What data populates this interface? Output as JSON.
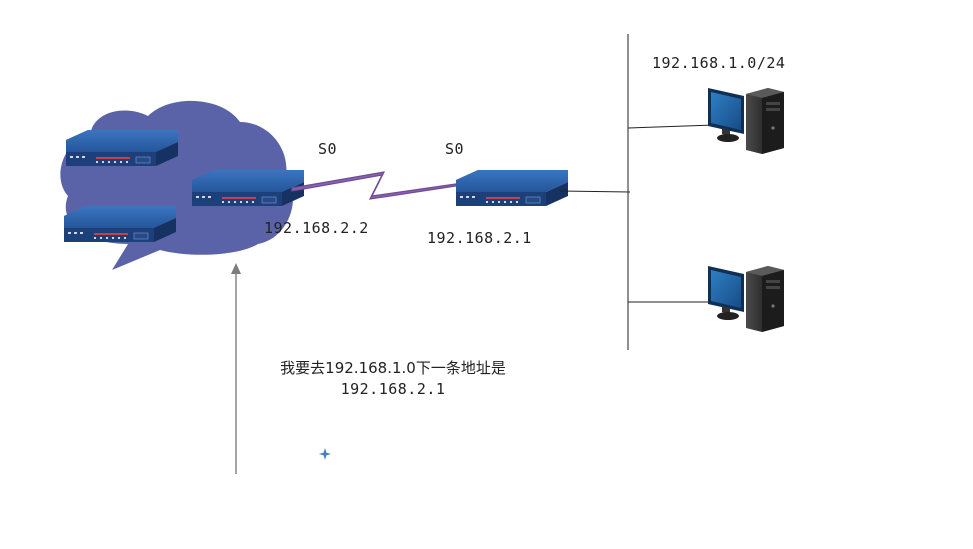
{
  "labels": {
    "s0_left": "S0",
    "s0_right": "S0",
    "ip_left_router": "192.168.2.2",
    "ip_right_router": "192.168.2.1",
    "lan_network": "192.168.1.0/24"
  },
  "note": {
    "line1": "我要去192.168.1.0下一条地址是",
    "line2": "192.168.2.1"
  },
  "colors": {
    "cloud": "#5b63a8",
    "router_top": "#2b5fa8",
    "router_front": "#1d3f7a",
    "serial_link": "#8a63b0",
    "arrow": "#7d7d7d",
    "monitor_screen": "#1e5fa0",
    "tower": "#2b2b2b"
  }
}
